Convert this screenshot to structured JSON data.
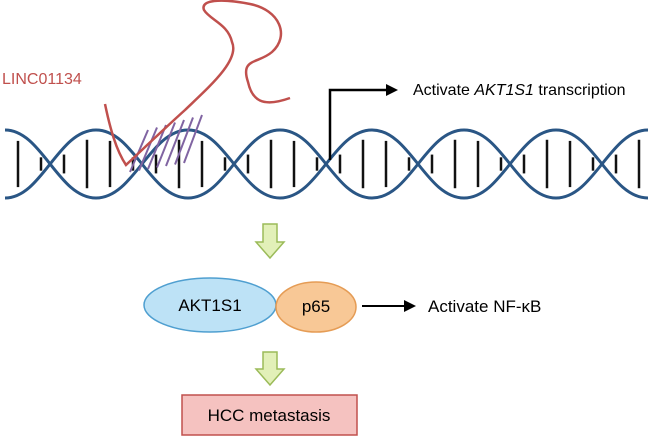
{
  "rna_label": "LINC01134",
  "transcription": {
    "prefix": "Activate ",
    "gene": "AKT1S1",
    "suffix": " transcription"
  },
  "complex": {
    "left_protein": "AKT1S1",
    "right_protein": "p65"
  },
  "nfkb_label": "Activate NF-κB",
  "outcome": "HCC metastasis",
  "colors": {
    "dna_strand": "#2a5685",
    "dna_rungs": "#111111",
    "rna": "#c0504d",
    "rna_pairing": "#8064a2",
    "down_arrow_fill": "#e2f0b8",
    "down_arrow_stroke": "#9bbb59",
    "left_protein_fill": "#bde2f6",
    "left_protein_stroke": "#4f9fd0",
    "right_protein_fill": "#f8c896",
    "right_protein_stroke": "#e59c55",
    "outcome_fill": "#f5c2c0",
    "outcome_stroke": "#c0504d"
  }
}
